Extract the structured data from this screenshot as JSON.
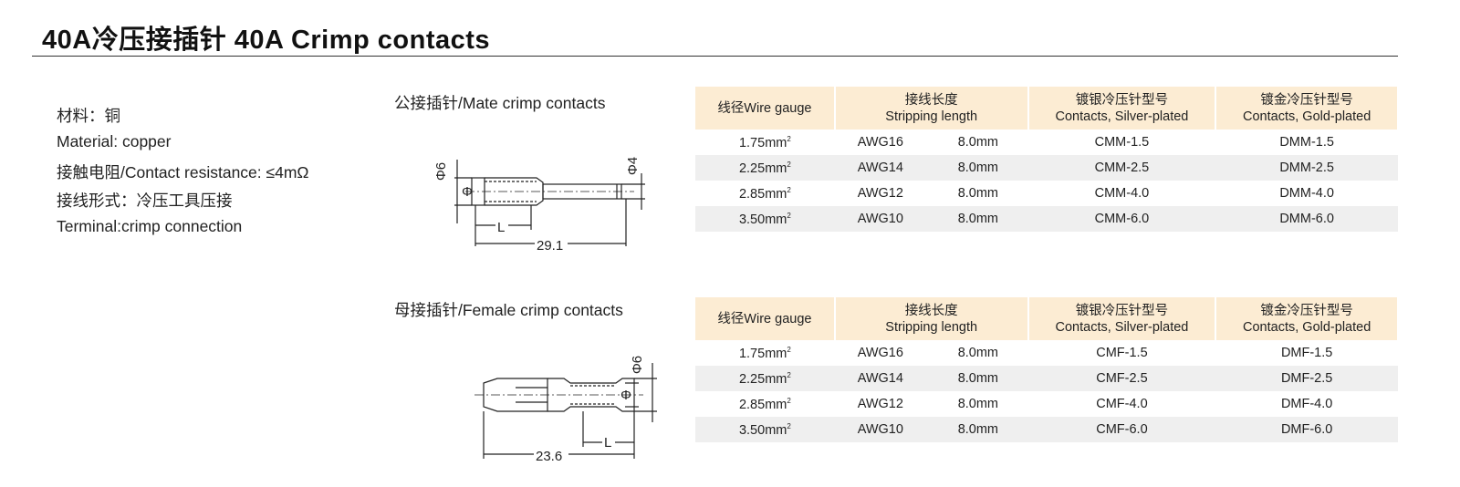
{
  "title": "40A冷压接插针 40A Crimp contacts",
  "specs": [
    "材料：铜",
    "Material: copper",
    "接触电阻/Contact resistance: ≤4mΩ",
    "接线形式：冷压工具压接",
    "Terminal:crimp connection"
  ],
  "headers": {
    "gauge": "线径Wire gauge",
    "strip_cn": "接线长度",
    "strip_en": "Stripping length",
    "silver_cn": "镀银冷压针型号",
    "silver_en": "Contacts, Silver-plated",
    "gold_cn": "镀金冷压针型号",
    "gold_en": "Contacts, Gold-plated"
  },
  "male": {
    "label": "公接插针/Mate crimp contacts",
    "dims": {
      "d1": "Φ6",
      "d2": "Φ4",
      "d3": "Φ",
      "l": "L",
      "total": "29.1"
    },
    "rows": [
      {
        "mm": "1.75mm",
        "awg": "AWG16",
        "len": "8.0mm",
        "silver": "CMM-1.5",
        "gold": "DMM-1.5"
      },
      {
        "mm": "2.25mm",
        "awg": "AWG14",
        "len": "8.0mm",
        "silver": "CMM-2.5",
        "gold": "DMM-2.5"
      },
      {
        "mm": "2.85mm",
        "awg": "AWG12",
        "len": "8.0mm",
        "silver": "CMM-4.0",
        "gold": "DMM-4.0"
      },
      {
        "mm": "3.50mm",
        "awg": "AWG10",
        "len": "8.0mm",
        "silver": "CMM-6.0",
        "gold": "DMM-6.0"
      }
    ]
  },
  "female": {
    "label": "母接插针/Female crimp contacts",
    "dims": {
      "d1": "Φ6",
      "d3": "Φ",
      "l": "L",
      "total": "23.6"
    },
    "rows": [
      {
        "mm": "1.75mm",
        "awg": "AWG16",
        "len": "8.0mm",
        "silver": "CMF-1.5",
        "gold": "DMF-1.5"
      },
      {
        "mm": "2.25mm",
        "awg": "AWG14",
        "len": "8.0mm",
        "silver": "CMF-2.5",
        "gold": "DMF-2.5"
      },
      {
        "mm": "2.85mm",
        "awg": "AWG12",
        "len": "8.0mm",
        "silver": "CMF-4.0",
        "gold": "DMF-4.0"
      },
      {
        "mm": "3.50mm",
        "awg": "AWG10",
        "len": "8.0mm",
        "silver": "CMF-6.0",
        "gold": "DMF-6.0"
      }
    ]
  },
  "sup": "2"
}
